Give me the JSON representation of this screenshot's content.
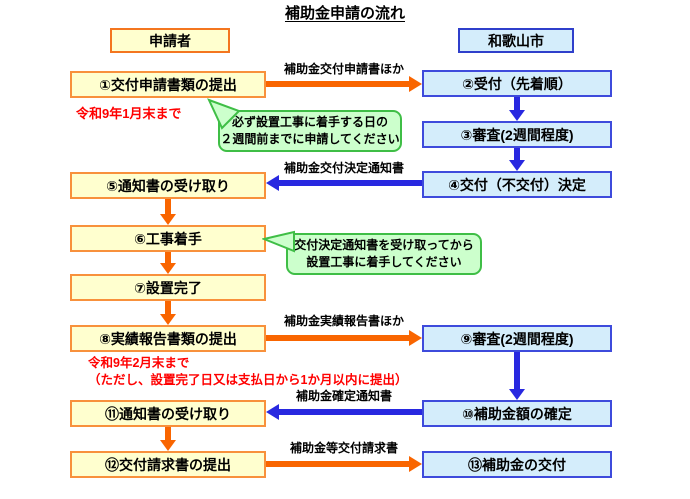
{
  "title": "補助金申請の流れ",
  "headers": {
    "applicant": "申請者",
    "city": "和歌山市"
  },
  "steps": {
    "s1": "①交付申請書類の提出",
    "s2": "②受付（先着順）",
    "s3": "③審査(2週間程度)",
    "s4": "④交付（不交付）決定",
    "s5": "⑤通知書の受け取り",
    "s6": "⑥工事着手",
    "s7": "⑦設置完了",
    "s8": "⑧実績報告書類の提出",
    "s9": "⑨審査(2週間程度)",
    "s10": "⑩補助金額の確定",
    "s11": "⑪通知書の受け取り",
    "s12": "⑫交付請求書の提出",
    "s13": "⑬補助金の交付"
  },
  "arrow_labels": {
    "a1": "補助金交付申請書ほか",
    "a2": "補助金交付決定通知書",
    "a3": "補助金実績報告書ほか",
    "a4": "補助金確定通知書",
    "a5": "補助金等交付請求書"
  },
  "deadlines": {
    "d1": "令和9年1月末まで",
    "d2_line1": "令和9年2月末まで",
    "d2_line2": "（ただし、設置完了日又は支払日から1か月以内に提出）"
  },
  "callouts": {
    "c1_line1": "必ず設置工事に着手する日の",
    "c1_line2": "２週間前までに申請してください",
    "c2_line1": "交付決定通知書を受け取ってから",
    "c2_line2": "設置工事に着手してください"
  },
  "colors": {
    "applicant_fill": "#FFFFCF",
    "applicant_border": "#F8913C",
    "city_fill": "#D4EDFB",
    "city_border": "#3E4BDC",
    "orange_arrow": "#F96500",
    "blue_arrow": "#2828E0",
    "callout_fill": "#CCFFCC",
    "callout_border": "#3FBE46",
    "deadline_text": "#FF0000"
  }
}
